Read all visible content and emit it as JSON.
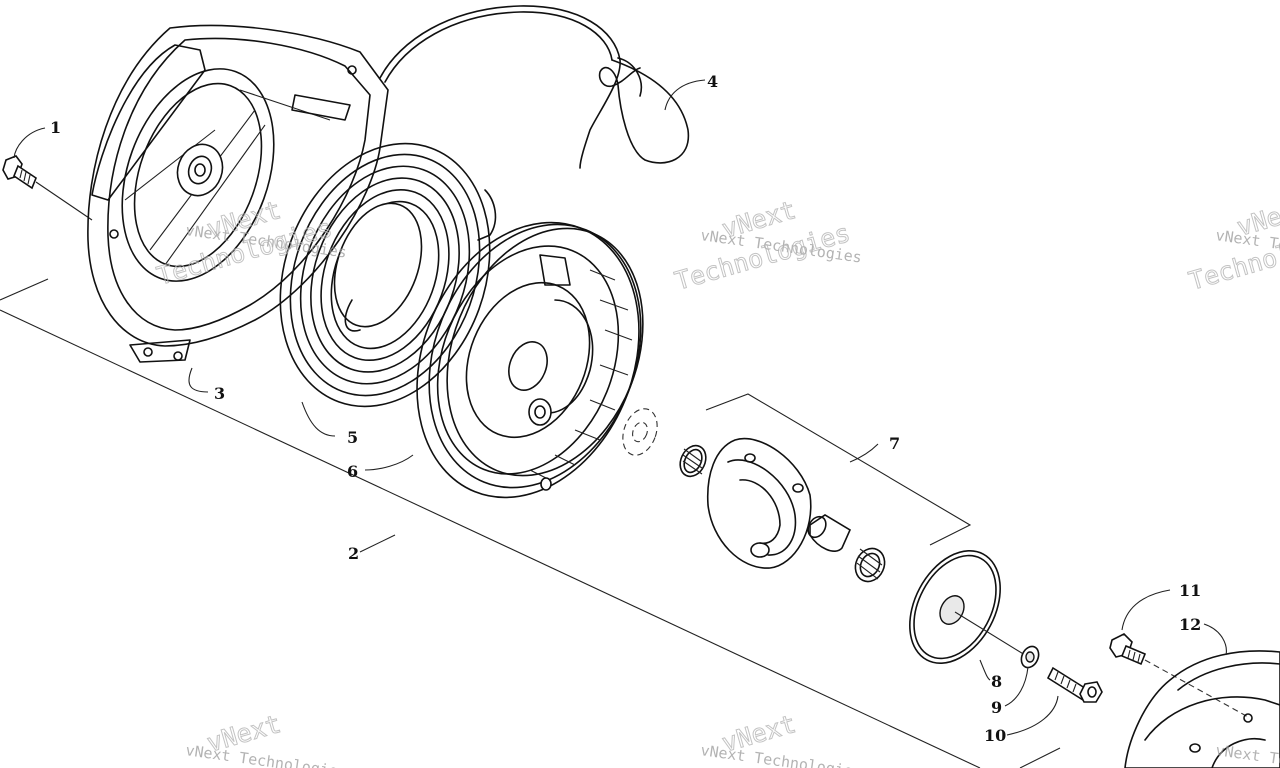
{
  "callouts": {
    "c1": "1",
    "c2": "2",
    "c3": "3",
    "c4": "4",
    "c5": "5",
    "c6": "6",
    "c7": "7",
    "c8": "8",
    "c9": "9",
    "c10": "10",
    "c11": "11",
    "c12": "12"
  },
  "watermark": {
    "company": "vNext Technologies",
    "brand": "vNext",
    "word": "Technologies"
  },
  "colors": {
    "line": "#111111",
    "watermark": "#9a9a9a",
    "background": "#ffffff"
  }
}
